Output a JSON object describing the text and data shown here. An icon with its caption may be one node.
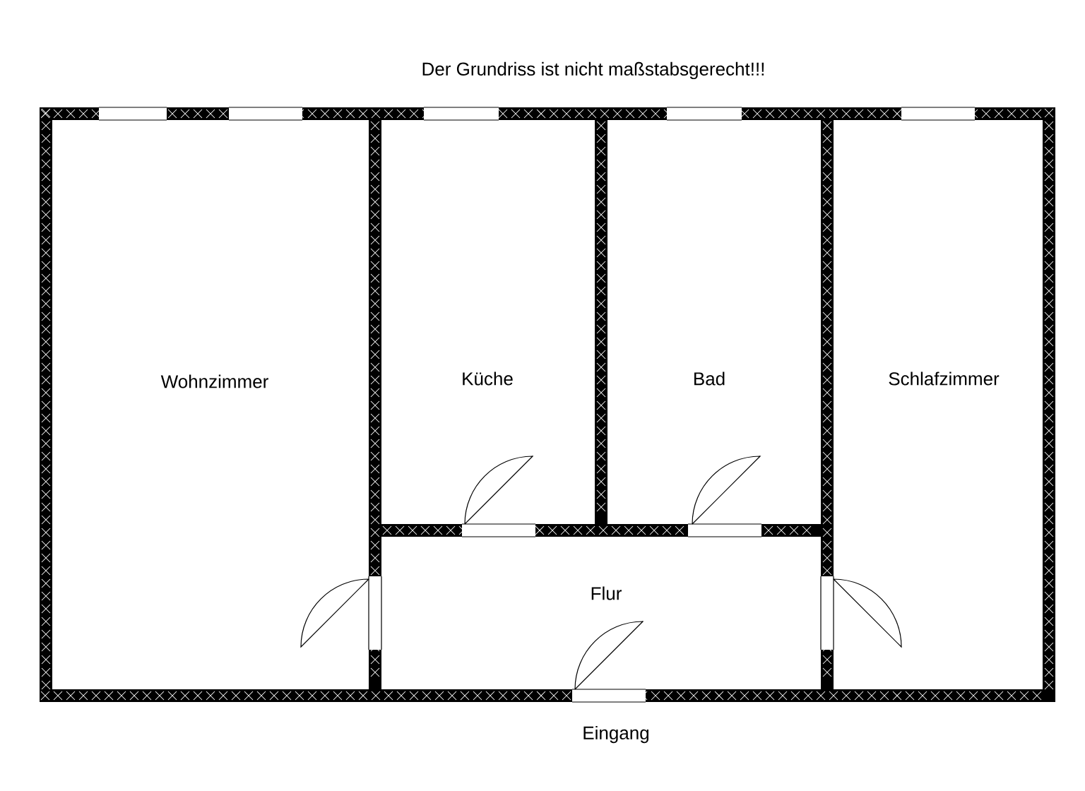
{
  "diagram": {
    "title": "Der Grundriss ist nicht maßstabsgerecht!!!",
    "nodes": [
      {
        "text": [
          "Wohnzimmer"
        ]
      },
      {
        "text": [
          "Küche"
        ]
      },
      {
        "text": [
          "Bad"
        ]
      },
      {
        "text": [
          "Schlafzimmer"
        ]
      },
      {
        "text": [
          "Flur"
        ]
      }
    ],
    "labels": [
      "Eingang"
    ]
  }
}
